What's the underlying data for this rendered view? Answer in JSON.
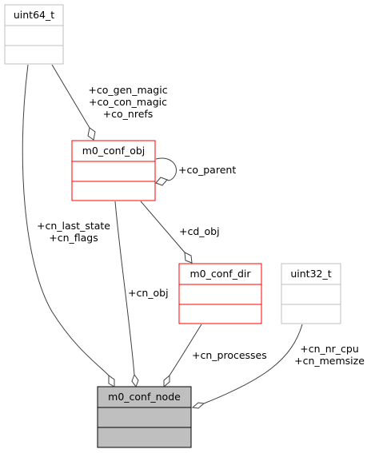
{
  "colors": {
    "background": "#ffffff",
    "edge": "#404040",
    "ref_box_border": "#bfbfbf",
    "related_box_border": "#ff0000",
    "focus_box_fill": "#bfbfbf",
    "focus_box_border": "#000000"
  },
  "classes": {
    "uint64_t": {
      "name": "uint64_t"
    },
    "m0_conf_obj": {
      "name": "m0_conf_obj"
    },
    "m0_conf_dir": {
      "name": "m0_conf_dir"
    },
    "uint32_t": {
      "name": "uint32_t"
    },
    "m0_conf_node": {
      "name": "m0_conf_node"
    }
  },
  "edge_labels": {
    "gen_magic": "+co_gen_magic",
    "con_magic": "+co_con_magic",
    "nrefs": "+co_nrefs",
    "parent": "+co_parent",
    "last_state": "+cn_last_state",
    "flags": "+cn_flags",
    "cd_obj": "+cd_obj",
    "cn_obj": "+cn_obj",
    "processes": "+cn_processes",
    "nr_cpu": "+cn_nr_cpu",
    "memsize": "+cn_memsize"
  },
  "diamond_icon": "open-diamond"
}
